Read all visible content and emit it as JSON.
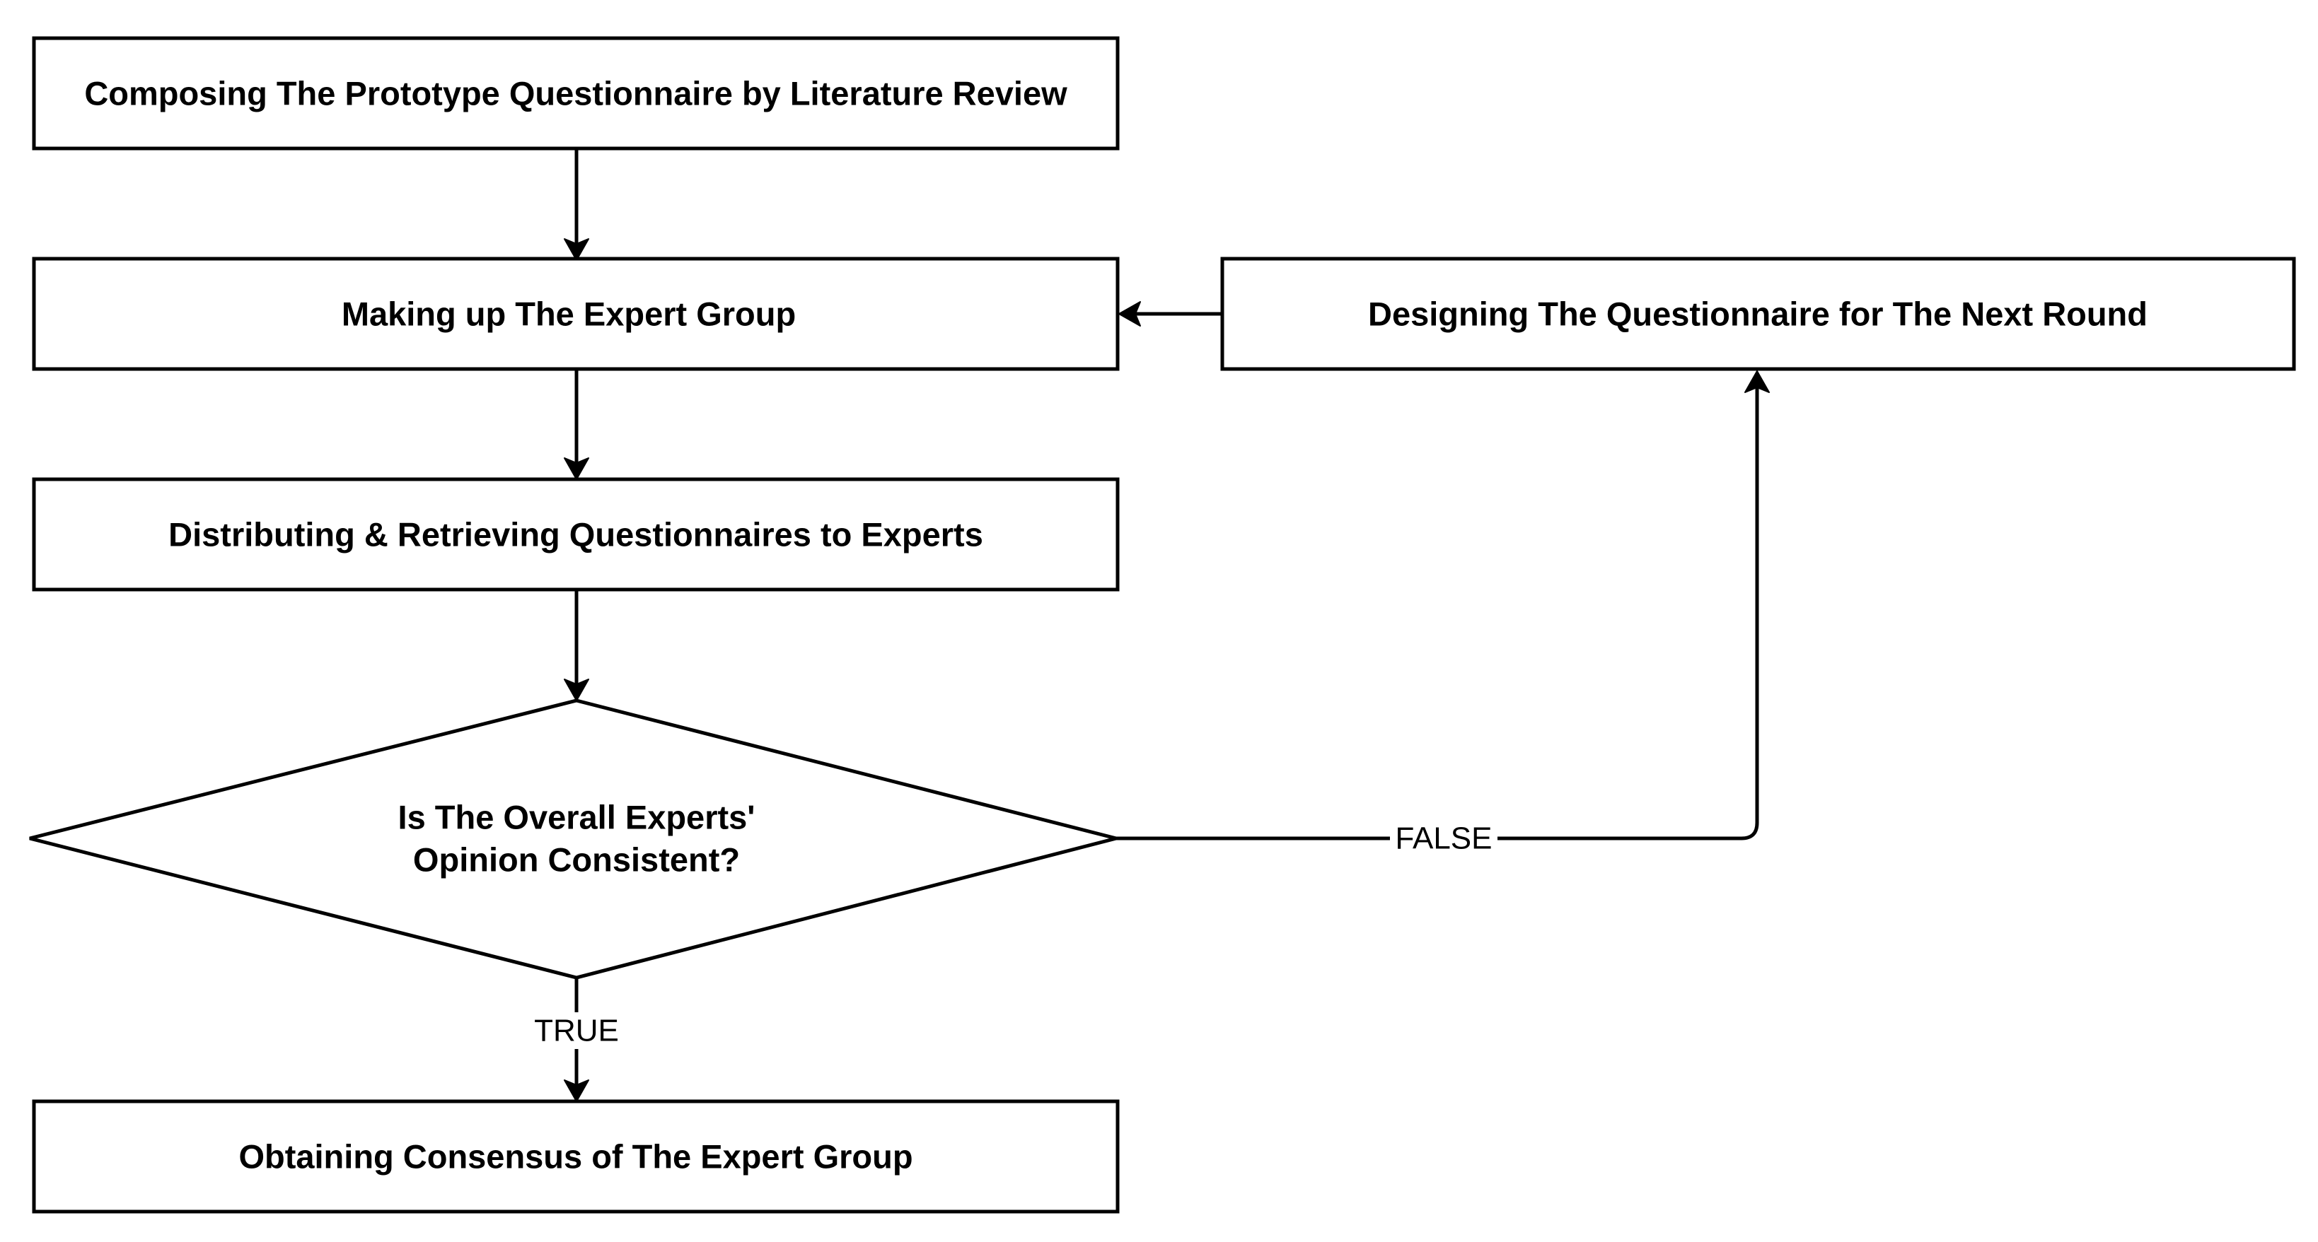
{
  "diagram": {
    "nodes": {
      "compose": {
        "label": "Composing The Prototype Questionnaire by Literature Review"
      },
      "group": {
        "label": "Making up The Expert Group"
      },
      "distribute": {
        "label": "Distributing & Retrieving Questionnaires to Experts"
      },
      "decision": {
        "line1": "Is The Overall Experts'",
        "line2": "Opinion Consistent?"
      },
      "consensus": {
        "label": "Obtaining Consensus of The Expert Group"
      },
      "redesign": {
        "label": "Designing The Questionnaire for The Next Round"
      }
    },
    "edges": {
      "false_label": "FALSE",
      "true_label": "TRUE"
    }
  }
}
